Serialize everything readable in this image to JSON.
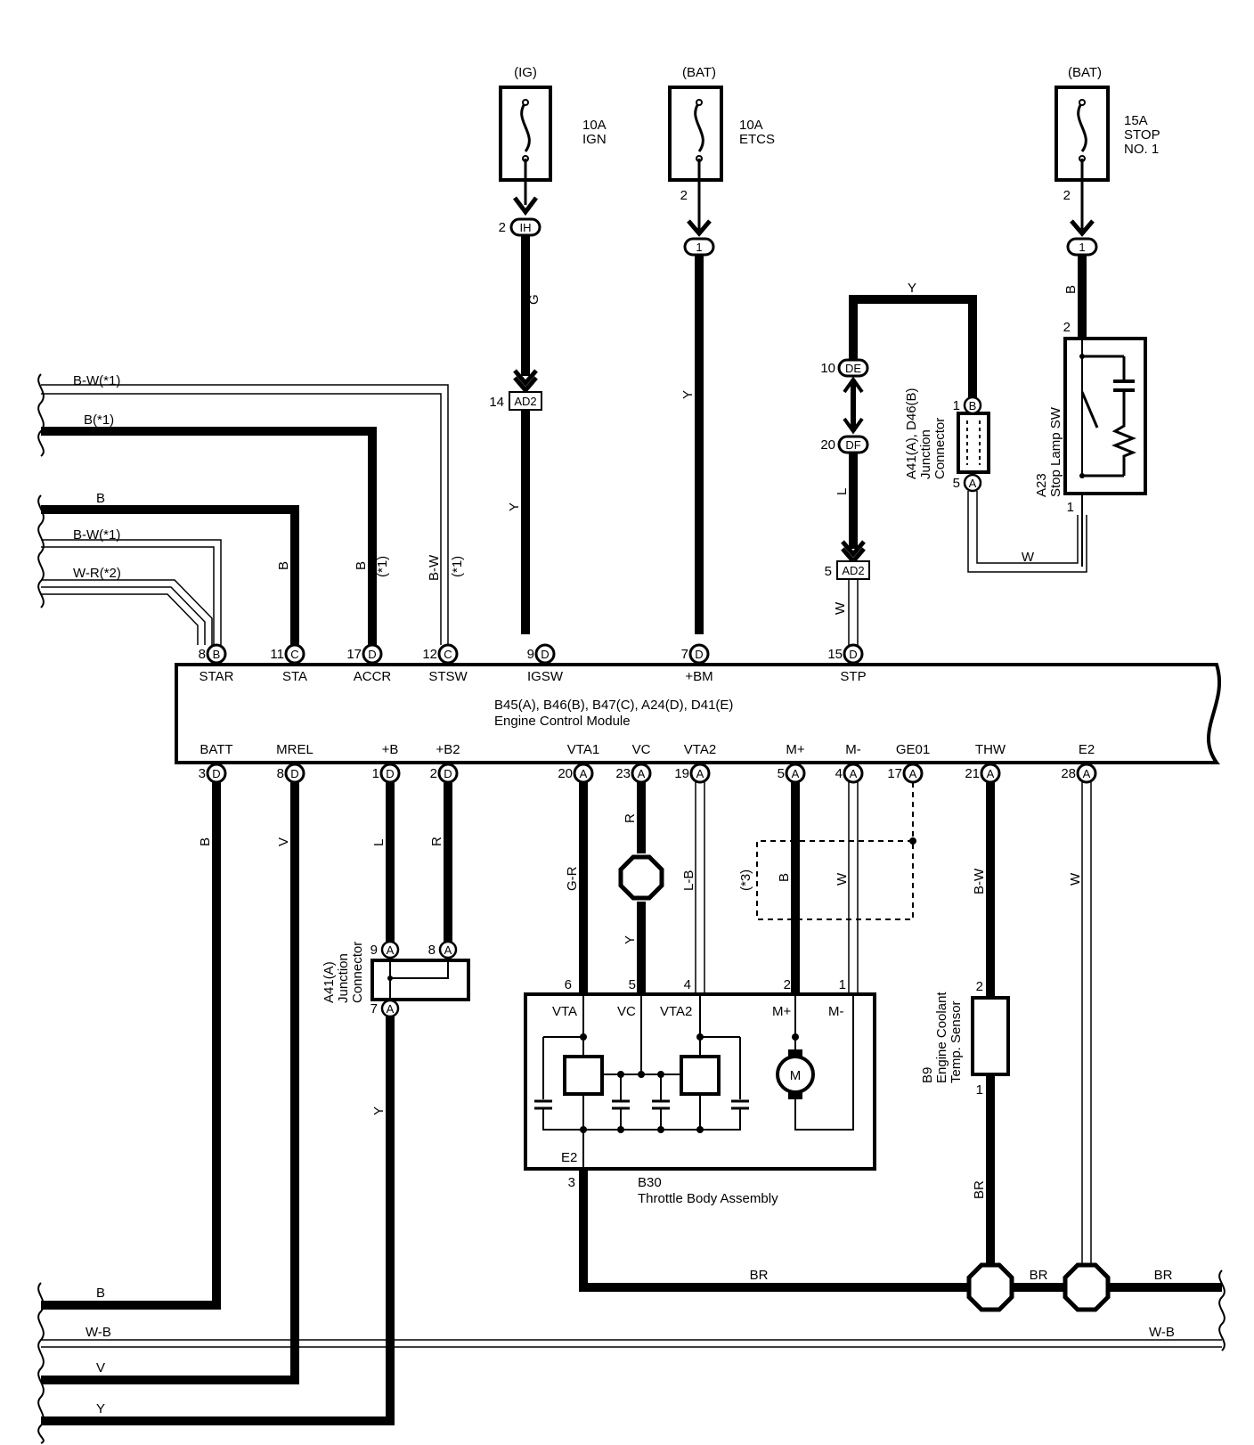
{
  "fuses": [
    {
      "source": "(IG)",
      "rating": "10A",
      "name": "IGN"
    },
    {
      "source": "(BAT)",
      "rating": "10A",
      "name": "ETCS"
    },
    {
      "source": "(BAT)",
      "rating": "15A",
      "name": "STOP",
      "name2": "NO. 1"
    }
  ],
  "ecm": {
    "title": "B45(A), B46(B), B47(C), A24(D), D41(E)",
    "subtitle": "Engine Control Module",
    "top_terminals": [
      {
        "pin": "8",
        "conn": "B",
        "name": "STAR"
      },
      {
        "pin": "11",
        "conn": "C",
        "name": "STA"
      },
      {
        "pin": "17",
        "conn": "D",
        "name": "ACCR"
      },
      {
        "pin": "12",
        "conn": "C",
        "name": "STSW"
      },
      {
        "pin": "9",
        "conn": "D",
        "name": "IGSW"
      },
      {
        "pin": "7",
        "conn": "D",
        "name": "+BM"
      },
      {
        "pin": "15",
        "conn": "D",
        "name": "STP"
      }
    ],
    "bottom_terminals": [
      {
        "pin": "3",
        "conn": "D",
        "name": "BATT"
      },
      {
        "pin": "8",
        "conn": "D",
        "name": "MREL"
      },
      {
        "pin": "1",
        "conn": "D",
        "name": "+B"
      },
      {
        "pin": "2",
        "conn": "D",
        "name": "+B2"
      },
      {
        "pin": "20",
        "conn": "A",
        "name": "VTA1"
      },
      {
        "pin": "23",
        "conn": "A",
        "name": "VC"
      },
      {
        "pin": "19",
        "conn": "A",
        "name": "VTA2"
      },
      {
        "pin": "5",
        "conn": "A",
        "name": "M+"
      },
      {
        "pin": "4",
        "conn": "A",
        "name": "M-"
      },
      {
        "pin": "17",
        "conn": "A",
        "name": "GE01"
      },
      {
        "pin": "21",
        "conn": "A",
        "name": "THW"
      },
      {
        "pin": "28",
        "conn": "A",
        "name": "E2"
      }
    ]
  },
  "left_wires_top": [
    "B-W(*1)",
    "B(*1)",
    "B",
    "B-W(*1)",
    "W-R(*2)"
  ],
  "left_wires_bottom": [
    "B",
    "W-B",
    "V",
    "Y"
  ],
  "wire_colors": {
    "sta": "B",
    "accr": "B",
    "accr_note": "(*1)",
    "stsw": "B-W",
    "stsw_note": "(*1)",
    "ig_g": "G",
    "ig_y": "Y",
    "bm": "Y",
    "stp_y": "Y",
    "stp_l": "L",
    "stp_w": "W",
    "stop_b": "B",
    "stop_w": "W",
    "batt": "B",
    "mrel": "V",
    "plusb": "L",
    "plusb2": "R",
    "jc_y": "Y",
    "vta1": "G-R",
    "vc_r": "R",
    "vc_y": "Y",
    "vta2": "L-B",
    "mplus": "B",
    "mminus": "W",
    "ge01_note": "(*3)",
    "thw": "B-W",
    "e2": "W",
    "thw_br": "BR",
    "gnd_br1": "BR",
    "gnd_br2": "BR",
    "gnd_br3": "BR",
    "wb_right": "W-B"
  },
  "connectors": {
    "ih": "IH",
    "ih_pin": "2",
    "ad2_a": "AD2",
    "ad2_a_pin": "14",
    "bm_conn": "1",
    "bm_fuse_pin": "2",
    "stop_conn": "1",
    "stop_fuse_pin": "2",
    "de": "DE",
    "de_pin": "10",
    "df": "DF",
    "df_pin": "20",
    "ad2_b": "AD2",
    "ad2_b_pin": "5"
  },
  "junction_top": {
    "label1": "A41(A), D46(B)",
    "label2": "Junction",
    "label3": "Connector",
    "pin_b": "1",
    "conn_b": "B",
    "pin_a": "5",
    "conn_a": "A"
  },
  "stop_sw": {
    "label1": "A23",
    "label2": "Stop Lamp SW",
    "pin_top": "2",
    "pin_bot": "1"
  },
  "junction_bottom": {
    "label1": "A41(A)",
    "label2": "Junction",
    "label3": "Connector",
    "pin9": "9",
    "pin8": "8",
    "pin7": "7",
    "conn": "A"
  },
  "throttle": {
    "code": "B30",
    "name": "Throttle Body Assembly",
    "pins": [
      "6",
      "5",
      "4",
      "2",
      "1",
      "3"
    ],
    "terms": [
      "VTA",
      "VC",
      "VTA2",
      "M+",
      "M-",
      "E2"
    ],
    "motor": "M"
  },
  "coolant": {
    "code": "B9",
    "name1": "Engine Coolant",
    "name2": "Temp. Sensor",
    "pin_top": "2",
    "pin_bot": "1"
  }
}
